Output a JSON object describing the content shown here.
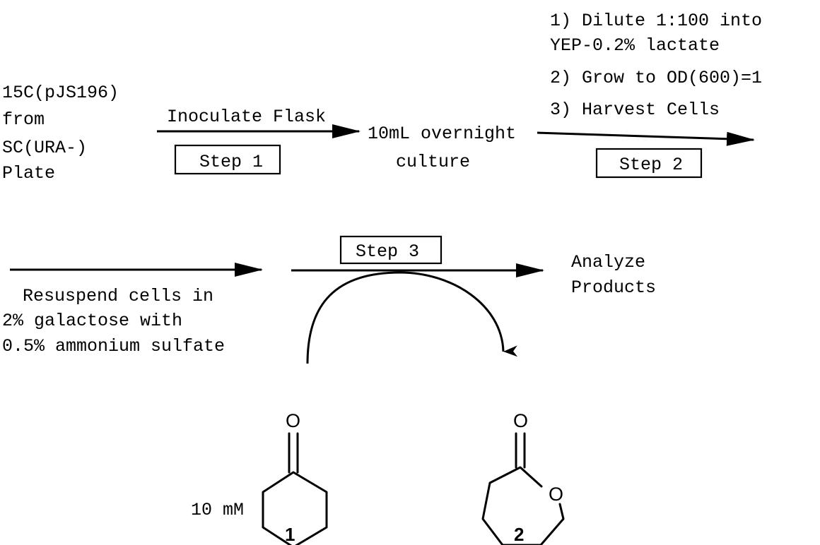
{
  "start": {
    "strain": "15C(pJS196)",
    "from": "from",
    "medium": "SC(URA-)",
    "plate": "Plate"
  },
  "step1": {
    "action": "Inoculate Flask",
    "label": "Step 1"
  },
  "culture": {
    "line1": "10mL overnight",
    "line2": "culture"
  },
  "step2": {
    "instructions": [
      "1) Dilute 1:100 into",
      "YEP-0.2% lactate",
      "2) Grow to OD(600)=1",
      "3) Harvest Cells"
    ],
    "label": "Step 2"
  },
  "step3": {
    "label": "Step 3",
    "resuspend": [
      "Resuspend cells in",
      "2% galactose with",
      "0.5% ammonium sulfate"
    ],
    "outcome": [
      "Analyze",
      "Products"
    ]
  },
  "compounds": {
    "substrate": {
      "number": "1",
      "concentration": "10 mM",
      "oxygen": "O"
    },
    "product": {
      "number": "2",
      "carbonyl_oxygen": "O",
      "ring_oxygen": "O"
    }
  }
}
